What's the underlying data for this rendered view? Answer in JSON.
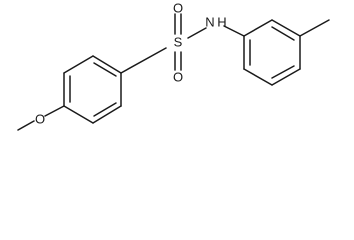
{
  "atoms": {
    "oxygen_methoxy": "O",
    "sulfur": "S",
    "oxygen_top": "O",
    "oxygen_bottom": "O",
    "nitrogen": "N",
    "hydrogen": "H"
  },
  "colors": {
    "bond": "#1a1a1a",
    "background": "#ffffff"
  }
}
